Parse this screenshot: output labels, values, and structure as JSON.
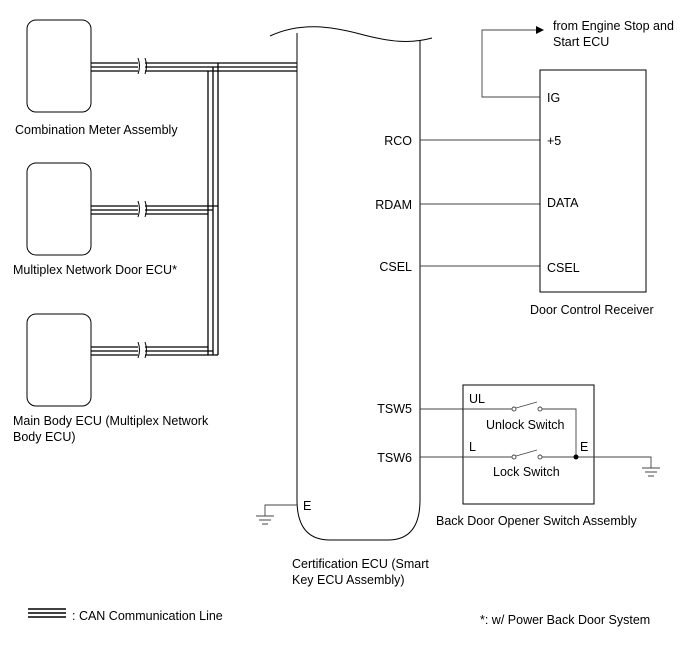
{
  "components": {
    "combination_meter": "Combination Meter Assembly",
    "multiplex_door": "Multiplex Network Door ECU*",
    "main_body_line1": "Main Body ECU (Multiplex Network",
    "main_body_line2": "Body ECU)",
    "cert_line1": "Certification ECU (Smart",
    "cert_line2": "Key ECU Assembly)",
    "door_receiver": "Door Control Receiver",
    "back_door_switch": "Back Door Opener Switch Assembly",
    "engine_stop_line1": "from Engine Stop and",
    "engine_stop_line2": "Start ECU"
  },
  "pins": {
    "rco": "RCO",
    "rdam": "RDAM",
    "csel": "CSEL",
    "tsw5": "TSW5",
    "tsw6": "TSW6",
    "cert_e": "E",
    "recv_ig": "IG",
    "recv_5v": "+5",
    "recv_data": "DATA",
    "recv_csel": "CSEL",
    "sw_ul": "UL",
    "sw_l": "L",
    "sw_e": "E"
  },
  "switches": {
    "unlock": "Unlock Switch",
    "lock": "Lock Switch"
  },
  "legend": {
    "can_line": ": CAN Communication Line",
    "footnote": "*: w/ Power Back Door System"
  }
}
